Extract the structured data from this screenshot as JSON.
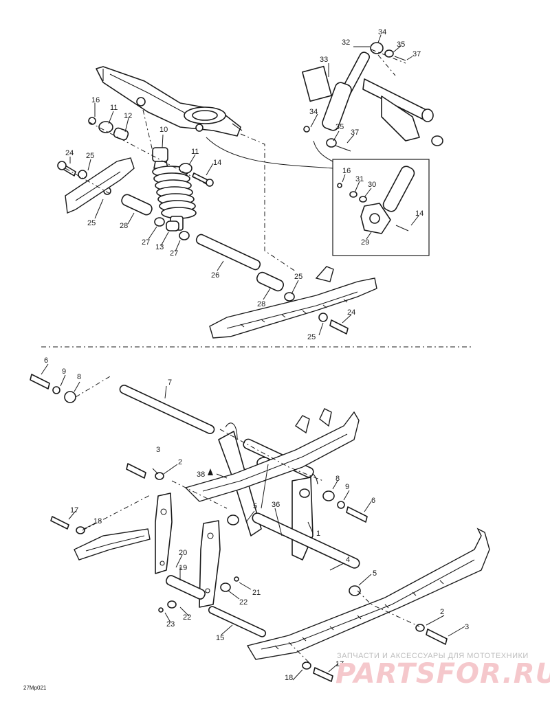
{
  "diagram_code": "27Mp021",
  "watermark": {
    "tagline": "ЗАПЧАСТИ И АКСЕССУАРЫ ДЛЯ МОТОТЕХНИКИ",
    "brand": "PARTSFOR.RU"
  },
  "callouts": {
    "c1": "1",
    "c2": "2",
    "c3": "3",
    "c4": "4",
    "c5": "5",
    "c6": "6",
    "c7": "7",
    "c8": "8",
    "c9": "9",
    "c10": "10",
    "c11": "11",
    "c12": "12",
    "c13": "13",
    "c14": "14",
    "c15": "15",
    "c16": "16",
    "c17": "17",
    "c18": "18",
    "c19": "19",
    "c20": "20",
    "c21": "21",
    "c22": "22",
    "c23": "23",
    "c24": "24",
    "c25": "25",
    "c26": "26",
    "c27": "27",
    "c28": "28",
    "c29": "29",
    "c30": "30",
    "c31": "31",
    "c32": "32",
    "c33": "33",
    "c34": "34",
    "c35": "35",
    "c36": "36",
    "c37": "37",
    "c38": "38"
  }
}
